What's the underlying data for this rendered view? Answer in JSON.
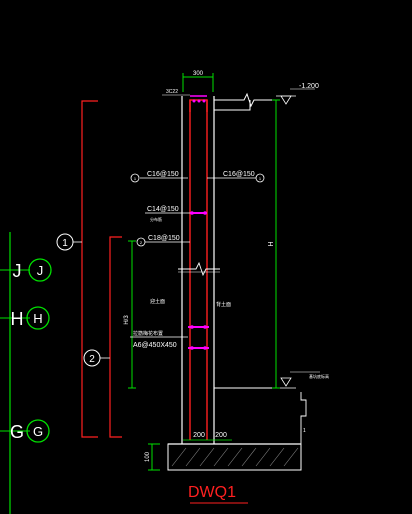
{
  "drawing": {
    "title": "DWQ1",
    "dim_top": "300",
    "elev_top": "-1.200",
    "dim_height": "H",
    "dim_bottom_left": "200",
    "dim_bottom_right": "200",
    "dim_found": "100",
    "small_label_top": "3C22",
    "rebar_left_1": "C16@150",
    "rebar_right_1": "C16@150",
    "rebar_left_2": "C14@150",
    "rebar_left_2_sub": "分布筋",
    "rebar_left_3": "C18@150",
    "face_left": "迎土面",
    "face_right": "背土面",
    "dim_left_vert": "H/3",
    "tie_note_1": "拉筋梅花布置",
    "tie_note_2": "A6@450X450",
    "elev_bottom": "基坑底标高",
    "marker_1": "1",
    "marker_2": "2",
    "node_markers": [
      "1",
      "1",
      "2",
      "1"
    ],
    "axes": [
      {
        "left": "J",
        "right": "J"
      },
      {
        "left": "H",
        "right": "H"
      },
      {
        "left": "G",
        "right": "G"
      }
    ]
  }
}
